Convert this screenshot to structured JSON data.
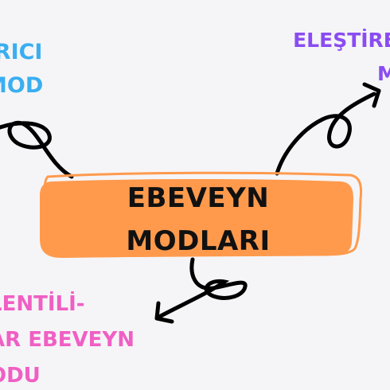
{
  "center": {
    "line1": "EBEVEYN",
    "line2": "MODLARI",
    "fill_color": "#ff9a4d",
    "outline_color": "#ff9a4d"
  },
  "nodes": {
    "top_left": {
      "line1": "IRICI",
      "line2": "MOD",
      "color": "#3aaef0"
    },
    "top_right": {
      "line1": "ELEŞTİRE",
      "line2": "M",
      "color": "#8a4cf2"
    },
    "bottom_left": {
      "line1": "LENTİLİ-",
      "line2": "AR EBEVEYN",
      "line3": "ODU",
      "color": "#f05fc4"
    }
  },
  "arrow_color": "#000000",
  "background": "#f5f5f7"
}
